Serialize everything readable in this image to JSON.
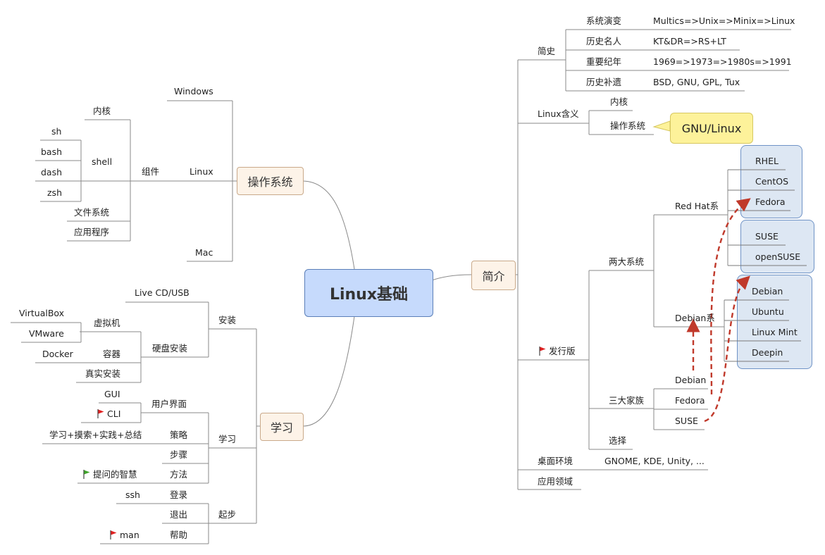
{
  "root": "Linux基础",
  "main": {
    "os": "操作系统",
    "intro": "简介",
    "learn": "学习"
  },
  "os": {
    "windows": "Windows",
    "linux": "Linux",
    "mac": "Mac",
    "components": "组件",
    "kernel": "内核",
    "shell": "shell",
    "filesystem": "文件系统",
    "apps": "应用程序",
    "sh": "sh",
    "bash": "bash",
    "dash": "dash",
    "zsh": "zsh"
  },
  "intro": {
    "history": "简史",
    "history_items": [
      {
        "label": "系统演变",
        "value": "Multics=>Unix=>Minix=>Linux"
      },
      {
        "label": "历史名人",
        "value": "KT&DR=>RS+LT"
      },
      {
        "label": "重要纪年",
        "value": "1969=>1973=>1980s=>1991"
      },
      {
        "label": "历史补遗",
        "value": "BSD, GNU, GPL, Tux"
      }
    ],
    "meaning": "Linux含义",
    "meaning_kernel": "内核",
    "meaning_os": "操作系统",
    "gnu_linux": "GNU/Linux",
    "distro": "发行版",
    "two_systems": "两大系统",
    "redhat_family": "Red Hat系",
    "debian_family": "Debian系",
    "redhat_items": [
      "RHEL",
      "CentOS",
      "Fedora"
    ],
    "suse_items": [
      "SUSE",
      "openSUSE"
    ],
    "debian_items": [
      "Debian",
      "Ubuntu",
      "Linux Mint",
      "Deepin"
    ],
    "three_families": "三大家族",
    "family_items": [
      "Debian",
      "Fedora",
      "SUSE"
    ],
    "choose": "选择",
    "desktop": "桌面环境",
    "desktop_value": "GNOME, KDE, Unity, ...",
    "application": "应用领域"
  },
  "learn": {
    "install": "安装",
    "livecd": "Live CD/USB",
    "disk_install": "硬盘安装",
    "vm": "虚拟机",
    "virtualbox": "VirtualBox",
    "vmware": "VMware",
    "container": "容器",
    "docker": "Docker",
    "real_install": "真实安装",
    "study": "学习",
    "ui": "用户界面",
    "gui": "GUI",
    "cli": "CLI",
    "strategy": "策略",
    "strategy_value": "学习+摸索+实践+总结",
    "steps": "步骤",
    "method": "方法",
    "method_value": "提问的智慧",
    "start": "起步",
    "login": "登录",
    "ssh": "ssh",
    "logout": "退出",
    "help": "帮助",
    "man": "man"
  },
  "colors": {
    "flag_red": "#e02020",
    "flag_green": "#3fa52a",
    "arrow": "#c0392b",
    "line": "#888888"
  }
}
